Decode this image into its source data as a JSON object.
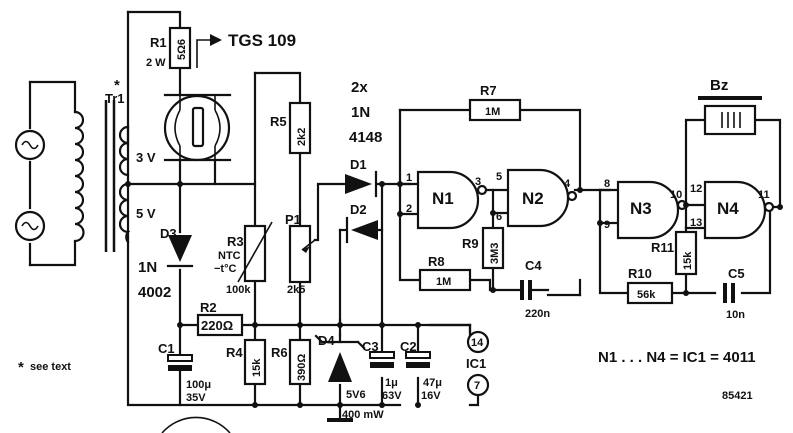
{
  "labels": {
    "R1": "R1",
    "R1_power": "2 W",
    "R1_value": "5Ω6",
    "sensor": "TGS 109",
    "Tr1": "Tr1",
    "tr_star": "*",
    "v3": "3 V",
    "v5": "5 V",
    "D3": "D3",
    "D3_type_a": "1N",
    "D3_type_b": "4002",
    "R2": "R2",
    "R2_value": "220Ω",
    "C1": "C1",
    "C1_value": "100μ",
    "C1_voltage": "35V",
    "see_text": "see text",
    "see_star": "*",
    "R5": "R5",
    "R5_value": "2k2",
    "R3": "R3",
    "R3_ntc": "NTC",
    "R3_temp": "−t°C",
    "R3_value": "100k",
    "P1": "P1",
    "P1_value": "2k5",
    "R4": "R4",
    "R4_value": "15k",
    "R6": "R6",
    "R6_value": "390Ω",
    "diodes_a": "2x",
    "diodes_b": "1N",
    "diodes_c": "4148",
    "D1": "D1",
    "D2": "D2",
    "D4": "D4",
    "D4_value": "5V6",
    "D4_power": "400 mW",
    "C3": "C3",
    "C3_value": "1μ",
    "C3_voltage": "63V",
    "C2": "C2",
    "C2_value": "47μ",
    "C2_voltage": "16V",
    "pin14": "14",
    "pin7": "7",
    "IC1": "IC1",
    "R7": "R7",
    "R7_value": "1M",
    "R8": "R8",
    "R8_value": "1M",
    "R9": "R9",
    "R9_value": "3M3",
    "C4": "C4",
    "C4_value": "220n",
    "N1": "N1",
    "N2": "N2",
    "N3": "N3",
    "N4": "N4",
    "p1": "1",
    "p2": "2",
    "p3": "3",
    "p4": "4",
    "p5": "5",
    "p6": "6",
    "p8": "8",
    "p9": "9",
    "p10": "10",
    "p11": "11",
    "p12": "12",
    "p13": "13",
    "Bz": "Bz",
    "R11": "R11",
    "R11_value": "15k",
    "R10": "R10",
    "R10_value": "56k",
    "C5": "C5",
    "C5_value": "10n",
    "ic_note": "N1 . . . N4 = IC1 = 4011",
    "fig_no": "85421"
  }
}
